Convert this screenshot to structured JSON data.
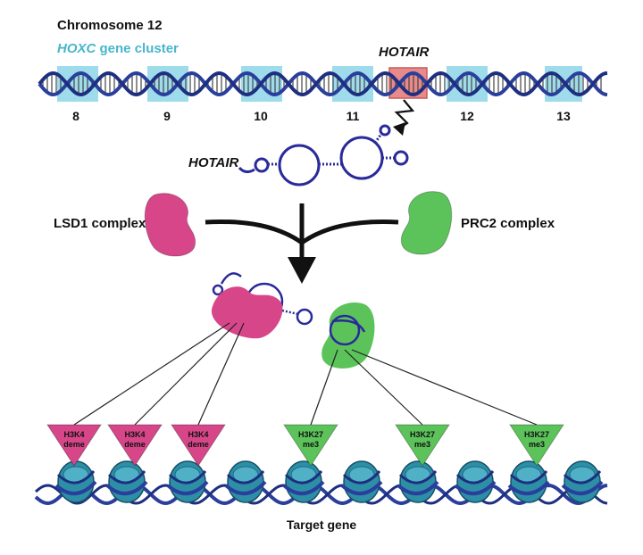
{
  "title": "Chromosome 12",
  "cluster": {
    "gene_italic": "HOXC",
    "suffix": " gene cluster"
  },
  "hotair_top": "HOTAIR",
  "hotair_mid": "HOTAIR",
  "genes": [
    "8",
    "9",
    "10",
    "11",
    "12",
    "13"
  ],
  "lsd1_label": "LSD1 complex",
  "prc2_label": "PRC2 complex",
  "marks": [
    {
      "line1": "H3K4",
      "line2": "deme",
      "type": "lsd1"
    },
    {
      "line1": "H3K4",
      "line2": "deme",
      "type": "lsd1"
    },
    {
      "line1": "H3K4",
      "line2": "deme",
      "type": "lsd1"
    },
    {
      "line1": "H3K27",
      "line2": "me3",
      "type": "prc2"
    },
    {
      "line1": "H3K27",
      "line2": "me3",
      "type": "prc2"
    },
    {
      "line1": "H3K27",
      "line2": "me3",
      "type": "prc2"
    }
  ],
  "target_label": "Target gene",
  "colors": {
    "lsd1": "#d8468a",
    "prc2": "#5cc35a",
    "dna": "#2a3e9c",
    "gene_box": "#9fdceb",
    "hotair_box": "#e88a8a",
    "rna": "#2a2a9a",
    "nucleosome": "#2d8fa6",
    "cluster_text": "#48b6cc"
  }
}
